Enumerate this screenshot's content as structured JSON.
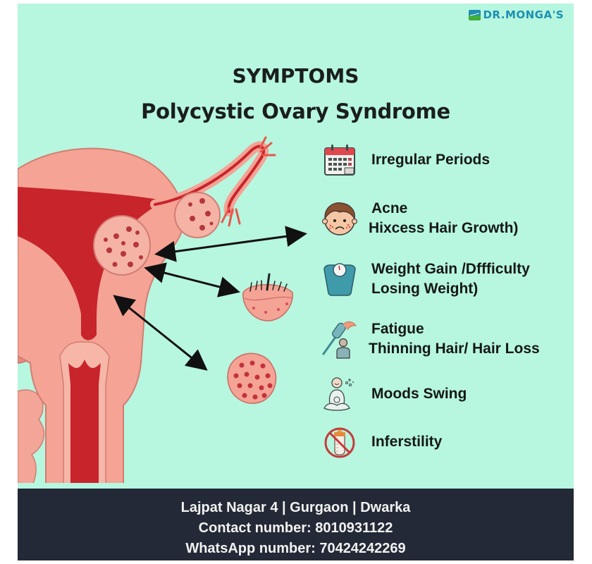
{
  "brand": {
    "logo_text": "DR.MONGA'S",
    "logo_color": "#1d8fb2"
  },
  "header": {
    "title": "SYMPTOMS",
    "subtitle": "Polycystic Ovary Syndrome"
  },
  "illustration": {
    "subject": "uterus-and-polycystic-ovaries",
    "callouts": [
      "polycystic-ovary",
      "hair-follicle",
      "cystic-ovary-closeup"
    ]
  },
  "symptoms": [
    {
      "icon": "calendar-icon",
      "lines": [
        "Irregular Periods"
      ]
    },
    {
      "icon": "acne-face-icon",
      "lines": [
        "Acne",
        "Hixcess Hair Growth)"
      ]
    },
    {
      "icon": "weighing-scale-icon",
      "lines": [
        "Weight Gain /Dffficulty",
        "Losing Weight)"
      ]
    },
    {
      "icon": "hairbrush-person-icon",
      "lines": [
        "Fatigue",
        "Thinning Hair/ Hair Loss"
      ]
    },
    {
      "icon": "meditating-person-icon",
      "lines": [
        "Moods Swing"
      ]
    },
    {
      "icon": "no-baby-bottle-icon",
      "lines": [
        "Inferstility"
      ]
    }
  ],
  "footer": {
    "locations": "Lajpat Nagar 4 | Gurgaon | Dwarka",
    "contact": "Contact number: 8010931122",
    "whatsapp": "WhatsApp number: 70424242269"
  },
  "colors": {
    "background": "#b7f6df",
    "footer_bg": "#232936",
    "tissue_pink": "#f4a394",
    "tissue_red": "#c8242c",
    "text_dark": "#1a1e1d"
  }
}
